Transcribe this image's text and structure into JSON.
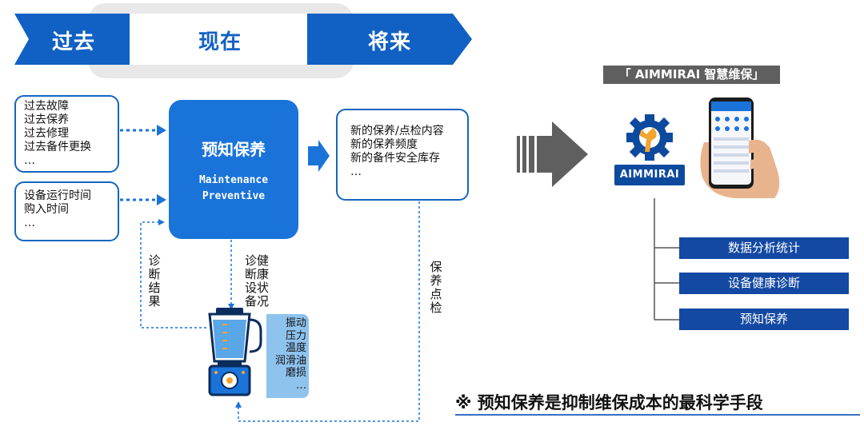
{
  "timeline": {
    "past": "过去",
    "present": "现在",
    "future": "将来"
  },
  "inputs_history": [
    "过去故障",
    "过去保养",
    "过去修理",
    "过去备件更换",
    "…"
  ],
  "inputs_equipment": [
    "设备运行时间",
    "购入时间",
    "…"
  ],
  "center": {
    "title": "预知保养",
    "en_line1": "Maintenance",
    "en_line2": "Preventive"
  },
  "outputs": [
    "新的保养/点检内容",
    "新的保养频度",
    "新的备件安全库存",
    "…"
  ],
  "labels": {
    "diagnosis_result": "诊断结果",
    "diagnose_health": "诊健断康设状备况",
    "maintenance_check": "保养点检"
  },
  "machine_params": [
    "振动",
    "压力",
    "温度",
    "润滑油",
    "磨损",
    "…"
  ],
  "brand": {
    "tag": "「 AIMMIRAI 智慧维保」",
    "logo_text": "AIMMIRAI"
  },
  "functions": [
    "数据分析统计",
    "设备健康诊断",
    "预知保养"
  ],
  "slogan": "※ 预知保养是抑制维保成本的最科学手段",
  "colors": {
    "primary_blue": "#1a73d9",
    "dark_blue": "#1449a3",
    "light_blue": "#8ec3ee",
    "gray": "#5f5f5f"
  }
}
